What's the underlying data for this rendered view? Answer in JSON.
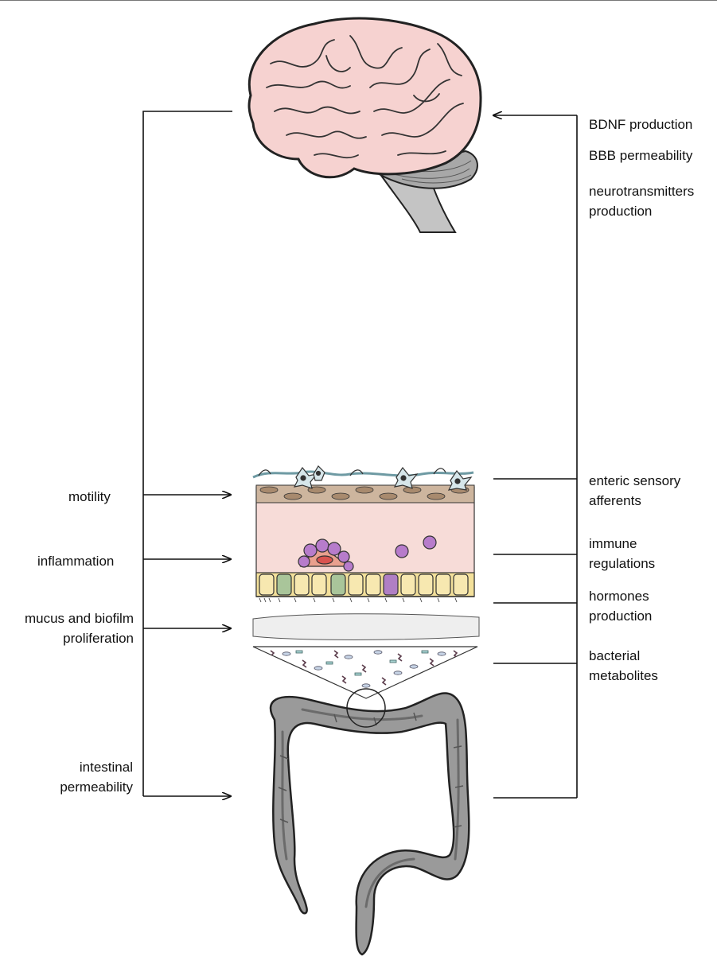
{
  "left_labels": {
    "motility": "motility",
    "inflammation": "inflammation",
    "mucus_line1": "mucus and biofilm",
    "mucus_line2": "proliferation",
    "permeability_line1": "intestinal",
    "permeability_line2": "permeability"
  },
  "right_labels": {
    "bdnf": "BDNF production",
    "bbb": "BBB permeability",
    "neuro_line1": "neurotransmitters",
    "neuro_line2": "production",
    "enteric_line1": "enteric sensory",
    "enteric_line2": "afferents",
    "immune_line1": "immune",
    "immune_line2": "regulations",
    "hormones_line1": "hormones",
    "hormones_line2": "production",
    "bacterial_line1": "bacterial",
    "bacterial_line2": "metabolites"
  },
  "colors": {
    "brain": "#f6d2d0",
    "brainstem": "#b8b8b8",
    "lamina_propria": "#f7dcd8",
    "smooth_muscle": "#cdb59e",
    "epithelium": "#f3e09a",
    "goblet_cell": "#b07fc4",
    "mucus": "#eeeeee",
    "colon": "#9a9a9a",
    "immune_cell": "#b77ccb"
  }
}
